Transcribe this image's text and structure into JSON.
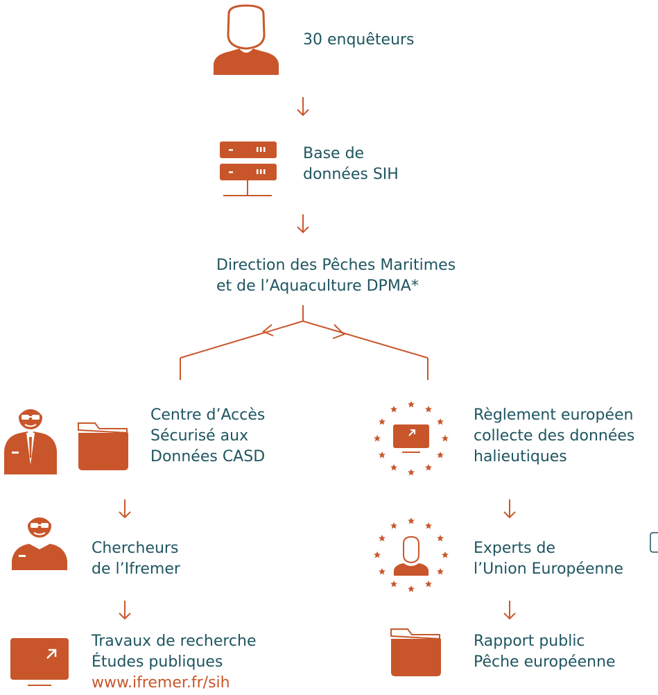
{
  "colors": {
    "accent": "#c8562a",
    "text": "#1e5560",
    "link": "#c8562a"
  },
  "nodes": {
    "enqueteurs": {
      "icon": "person-icon",
      "lines": [
        "30 enquêteurs"
      ]
    },
    "base_sih": {
      "icon": "server-icon",
      "lines": [
        "Base de",
        "données SIH"
      ]
    },
    "dpma": {
      "lines": [
        "Direction des Pêches Maritimes",
        "et de l’Aquaculture DPMA*"
      ]
    },
    "casd": {
      "icon": "researcher-glasses-icon",
      "icon2": "folder-icon",
      "lines": [
        "Centre d’Accès",
        "Sécurisé aux",
        "Données CASD"
      ]
    },
    "reglement": {
      "icon": "eu-stars-monitor-icon",
      "lines": [
        "Règlement européen",
        "collecte des données",
        "halieutiques"
      ]
    },
    "chercheurs": {
      "icon": "researcher-glasses-icon",
      "lines": [
        "Chercheurs",
        "de l’Ifremer"
      ]
    },
    "experts": {
      "icon": "eu-stars-person-icon",
      "lines": [
        "Experts de",
        "l’Union Européenne"
      ]
    },
    "travaux": {
      "icon": "monitor-arrow-icon",
      "lines": [
        "Travaux de recherche",
        "Études publiques"
      ],
      "link": "www.ifremer.fr/sih"
    },
    "rapport": {
      "icon": "folder-icon",
      "lines": [
        "Rapport public",
        "Pêche européenne"
      ]
    }
  }
}
